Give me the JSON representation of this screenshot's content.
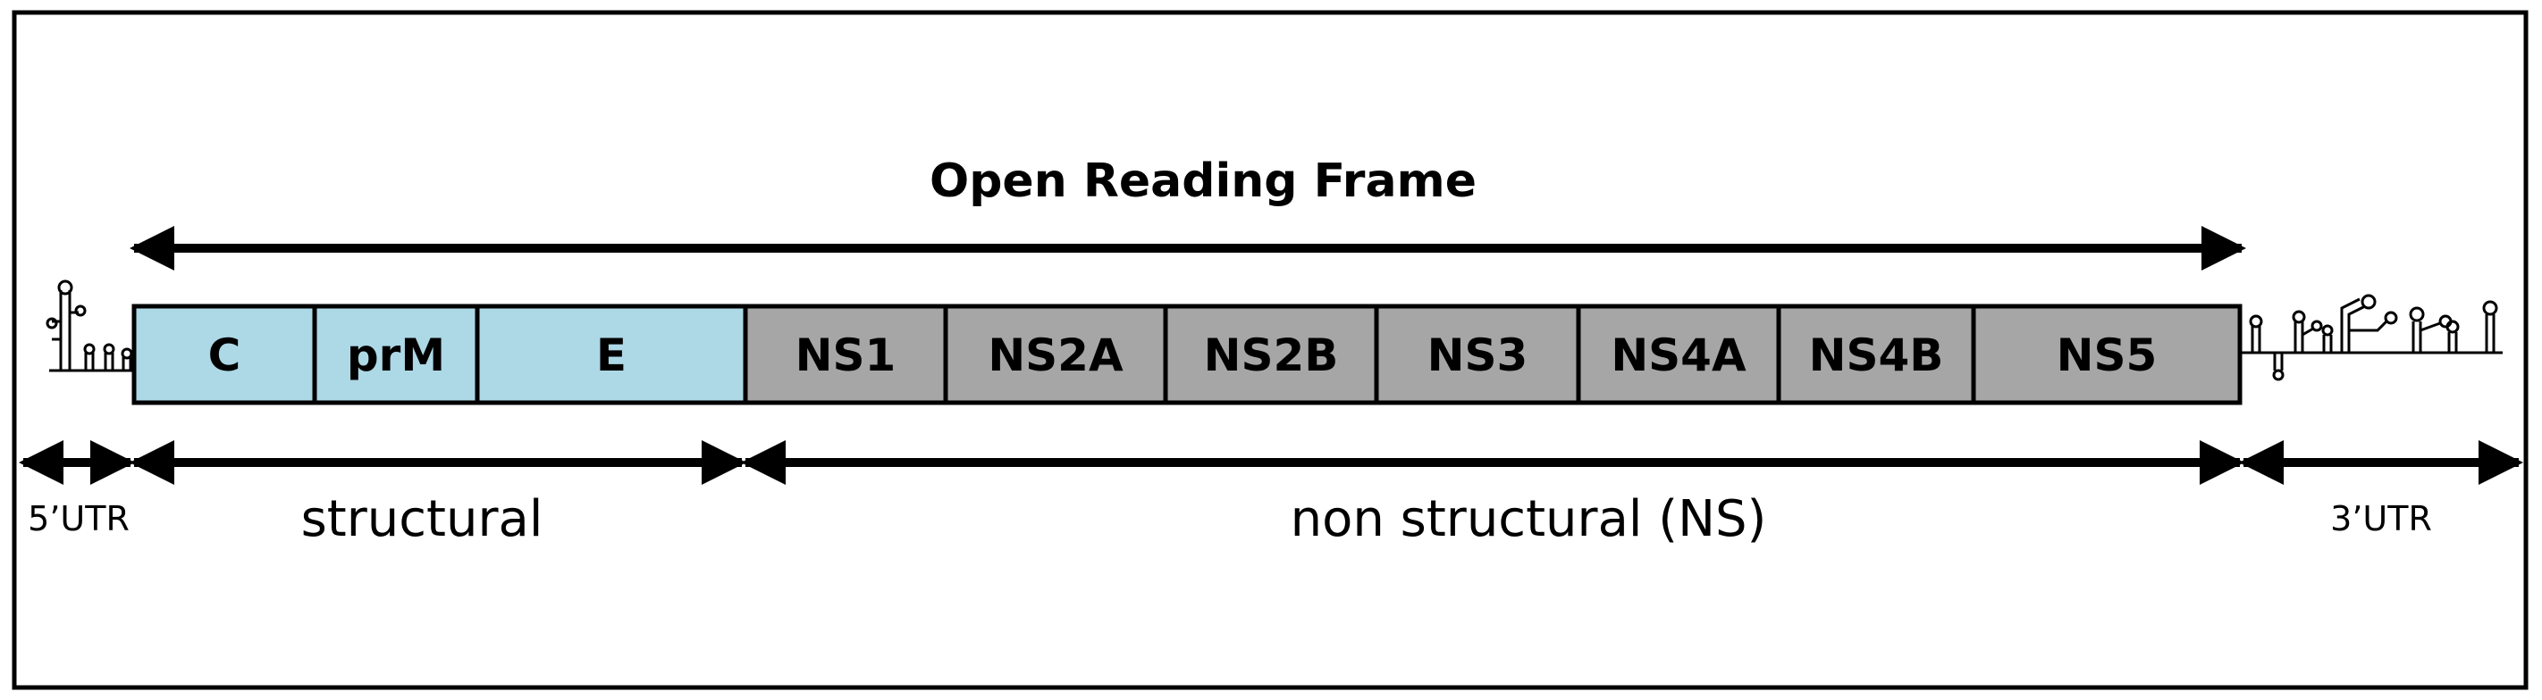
{
  "title": "Open Reading Frame",
  "colors": {
    "structural": "#add8e6",
    "non_structural": "#a6a6a6",
    "stroke": "#000000"
  },
  "segments": [
    {
      "label": "C",
      "group": "structural"
    },
    {
      "label": "prM",
      "group": "structural"
    },
    {
      "label": "E",
      "group": "structural"
    },
    {
      "label": "NS1",
      "group": "non_structural"
    },
    {
      "label": "NS2A",
      "group": "non_structural"
    },
    {
      "label": "NS2B",
      "group": "non_structural"
    },
    {
      "label": "NS3",
      "group": "non_structural"
    },
    {
      "label": "NS4A",
      "group": "non_structural"
    },
    {
      "label": "NS4B",
      "group": "non_structural"
    },
    {
      "label": "NS5",
      "group": "non_structural"
    }
  ],
  "regions": {
    "utr5": "5’UTR",
    "structural": "structural",
    "non_structural": "non structural (NS)",
    "utr3": "3’UTR"
  }
}
